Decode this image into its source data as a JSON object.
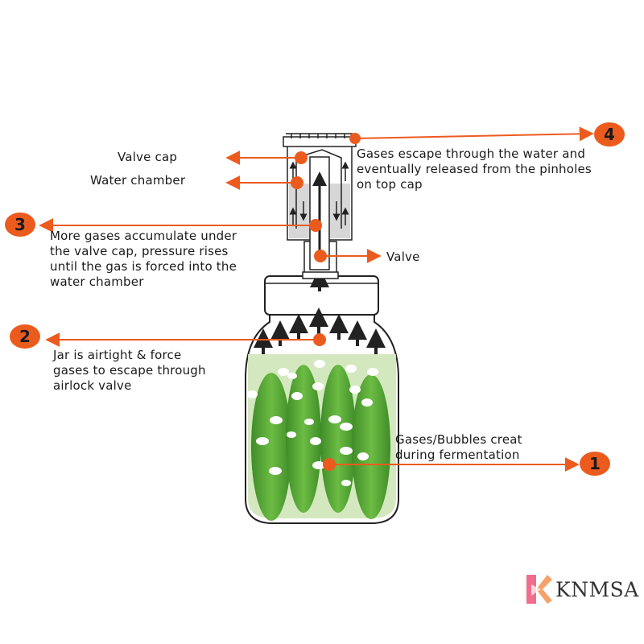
{
  "labels": {
    "valve_cap": "Valve cap",
    "water_chamber": "Water chamber",
    "valve": "Valve",
    "step3_text": "More gases accumulate under\nthe valve cap, pressure rises\nuntil the gas is forced into the\nwater chamber",
    "step4_text": "Gases escape through the water and\neventually released from the pinholes\non top cap",
    "step2_text": "Jar is airtight & force\ngases to escape through\nairlock valve",
    "step1_text": "Gases/Bubbles creat\nduring fermentation"
  },
  "badges": {
    "step1": "1",
    "step2": "2",
    "step3": "3",
    "step4": "4"
  },
  "brand": {
    "name": "KNMSA",
    "logo": "k-logo-icon"
  },
  "colors": {
    "accent": "#ec5b1e",
    "jar_liquid": "#cfe6b8",
    "cucumber": "#5aa83a",
    "water": "#d7d7d7"
  }
}
